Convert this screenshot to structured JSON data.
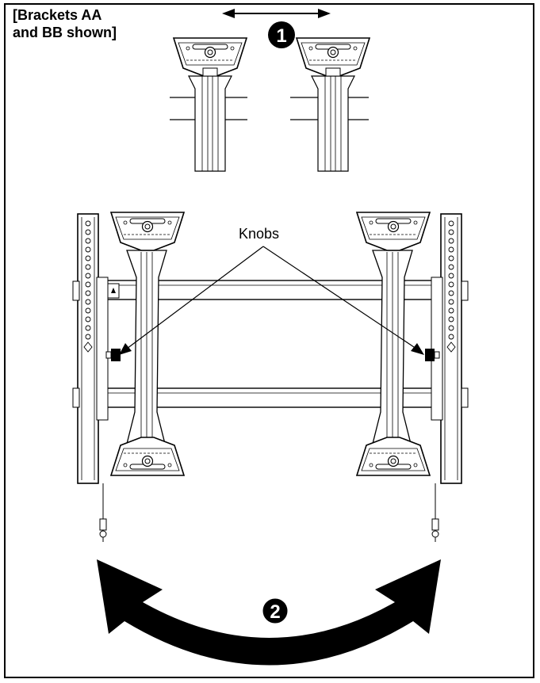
{
  "caption": {
    "line1": "[Brackets AA",
    "line2": "and BB shown]"
  },
  "callout_label": "Knobs",
  "steps": [
    {
      "number": "1",
      "meaning": "slide brackets horizontally"
    },
    {
      "number": "2",
      "meaning": "tilt / rotate assembly"
    }
  ],
  "icons": [
    "double-headed-arrow-icon",
    "curved-double-arrow-icon"
  ],
  "colors": {
    "line": "#000000",
    "background": "#ffffff"
  }
}
